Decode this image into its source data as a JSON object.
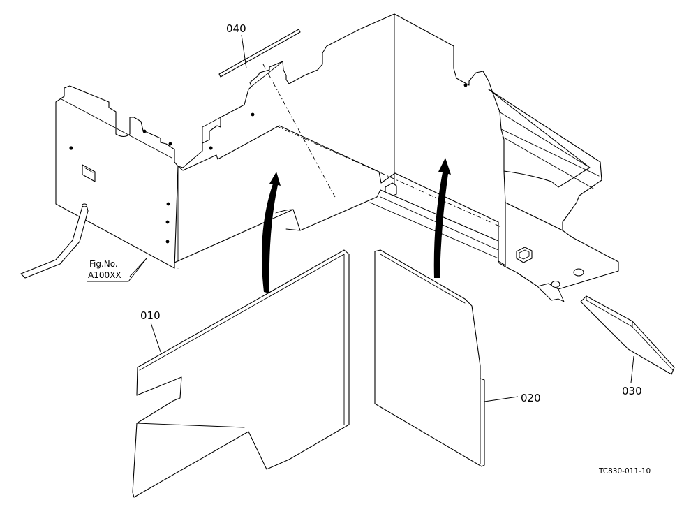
{
  "diagram": {
    "callouts": {
      "part_040": "040",
      "part_010": "010",
      "part_020": "020",
      "part_030": "030"
    },
    "fig_ref": {
      "line1": "Fig.No.",
      "line2": "A100XX"
    },
    "drawing_number": "TC830-011-10"
  }
}
